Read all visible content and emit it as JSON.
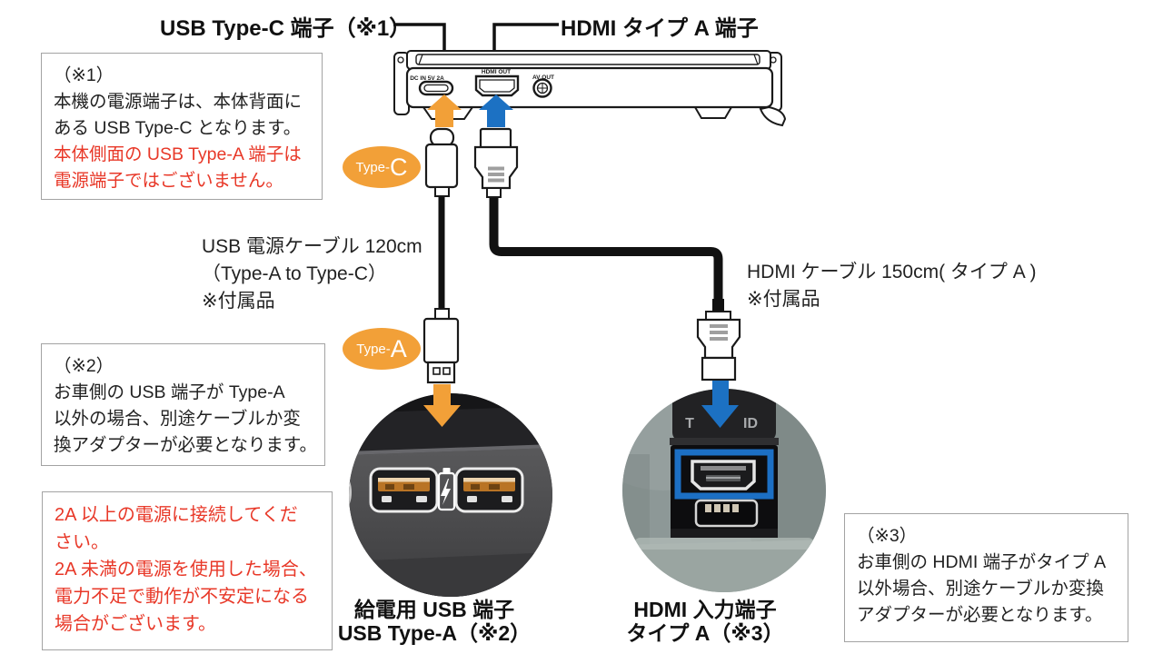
{
  "colors": {
    "orange": "#f2a038",
    "blue": "#1c71c3",
    "red": "#e83828",
    "line_black": "#1a1a1a",
    "box_border": "#a3a3a3"
  },
  "labels": {
    "usb_top": "USB Type-C 端子（※1）",
    "hdmi_top": "HDMI タイプ A 端子"
  },
  "device": {
    "port_usbc": "DC IN 5V 2A",
    "port_hdmi": "HDMI OUT",
    "port_av": "AV OUT"
  },
  "badges": {
    "c_prefix": "Type-",
    "c_letter": "C",
    "a_prefix": "Type-",
    "a_letter": "A"
  },
  "cables": {
    "usb_line1": "USB 電源ケーブル 120cm",
    "usb_line2": "（Type-A to Type-C）",
    "usb_line3": "※付属品",
    "hdmi_line1": "HDMI ケーブル 150cm( タイプ A )",
    "hdmi_line2": "※付属品"
  },
  "notes": {
    "n1_title": "（※1）",
    "n1_l1": "本機の電源端子は、本体背面に",
    "n1_l2": "ある USB Type-C となります。",
    "n1_r1": "本体側面の USB Type-A 端子は",
    "n1_r2": "電源端子ではございません。",
    "n2_title": "（※2）",
    "n2_l1": "お車側の USB 端子が Type-A",
    "n2_l2": "以外の場合、別途ケーブルか変",
    "n2_l3": "換アダプターが必要となります。",
    "w_l1": "2A 以上の電源に接続してくだ",
    "w_l2": "さい。",
    "w_l3": "2A 未満の電源を使用した場合、",
    "w_l4": "電力不足で動作が不安定になる",
    "w_l5": "場合がございます。",
    "n3_title": "（※3）",
    "n3_l1": "お車側の HDMI 端子がタイプ A",
    "n3_l2": "以外場合、別途ケーブルか変換",
    "n3_l3": "アダプターが必要となります。"
  },
  "captions": {
    "usb_l1": "給電用 USB 端子",
    "usb_l2": "USB Type-A（※2）",
    "hdmi_l1": "HDMI 入力端子",
    "hdmi_l2": "タイプ A（※3）"
  },
  "photos": {
    "console_left": "T",
    "console_right": "ID"
  }
}
